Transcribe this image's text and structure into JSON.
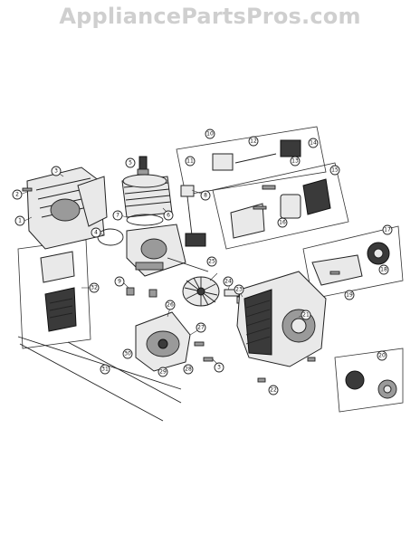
{
  "watermark": "AppliancePartsPros.com",
  "callouts": [
    "1",
    "2",
    "3",
    "4",
    "5",
    "6",
    "7",
    "8",
    "9",
    "10",
    "11",
    "12",
    "13",
    "14",
    "15",
    "16",
    "17",
    "18",
    "19",
    "20",
    "21",
    "22",
    "23",
    "24",
    "25",
    "26",
    "27",
    "28",
    "29",
    "30",
    "31",
    "32"
  ]
}
